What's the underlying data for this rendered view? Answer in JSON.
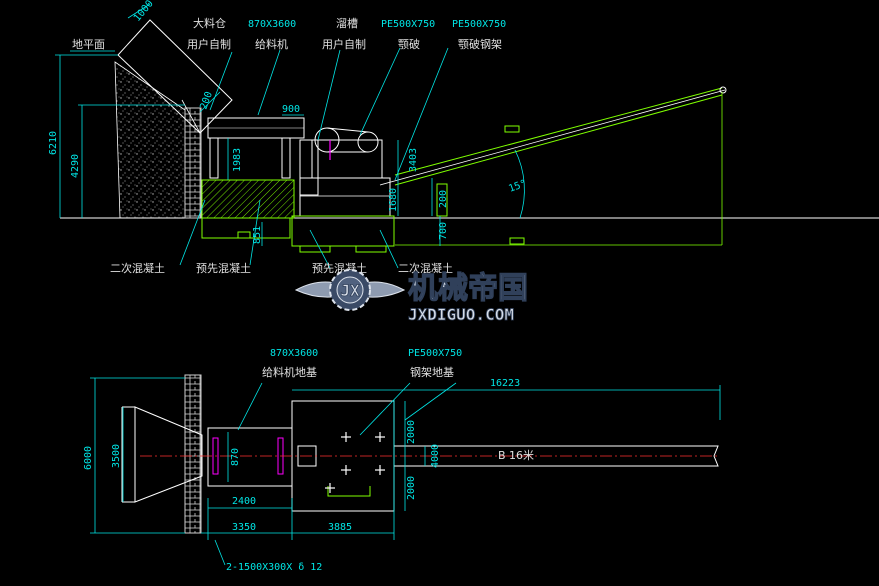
{
  "colors": {
    "background": "#000000",
    "dimension": "#00e6e6",
    "text": "#e0e0e0",
    "conveyor": "#7fff00",
    "frame": "#ffffff",
    "brick": "#d0d0d0",
    "centerline": "#ff3030",
    "crusher": "#ff00ff"
  },
  "labels": {
    "ground": "地平面",
    "silo": "大料仓",
    "feeder_spec": "870X3600",
    "chute": "溜槽",
    "crusher_spec_1": "PE500X750",
    "crusher_spec_2": "PE500X750",
    "user_made_1": "用户自制",
    "feeder": "给料机",
    "user_made_2": "用户自制",
    "jaw_crusher": "颚破",
    "jaw_frame": "颚破钢架",
    "secondary_concrete": "二次混凝土",
    "precast_concrete": "预先混凝土",
    "precast_concrete_2": "预先混凝土",
    "secondary_concrete_2": "二次混凝土",
    "plan_feeder_spec": "870X3600",
    "plan_feeder_found": "给料机地基",
    "plan_crusher_spec": "PE500X750",
    "plan_frame_found": "钢架地基",
    "belt": "B 16米",
    "plate": "2-1500X300X δ 12"
  },
  "dimensions": {
    "d1000": "1000",
    "d6210": "6210",
    "d4290": "4290",
    "d200a": "200",
    "d900": "900",
    "d1983": "1983",
    "d1680": "1680",
    "d3403": "3403",
    "d200b": "200",
    "d700": "700",
    "d851": "851",
    "angle": "15°",
    "d6000": "6000",
    "d3500": "3500",
    "d870": "870",
    "d2400": "2400",
    "d3350": "3350",
    "d3885": "3885",
    "d2000a": "2000",
    "d2000b": "2000",
    "d4000": "4000",
    "d16223": "16223"
  },
  "watermark": {
    "badge": "JX",
    "title": "机械帝国",
    "url": "JXDIGUO.COM"
  }
}
